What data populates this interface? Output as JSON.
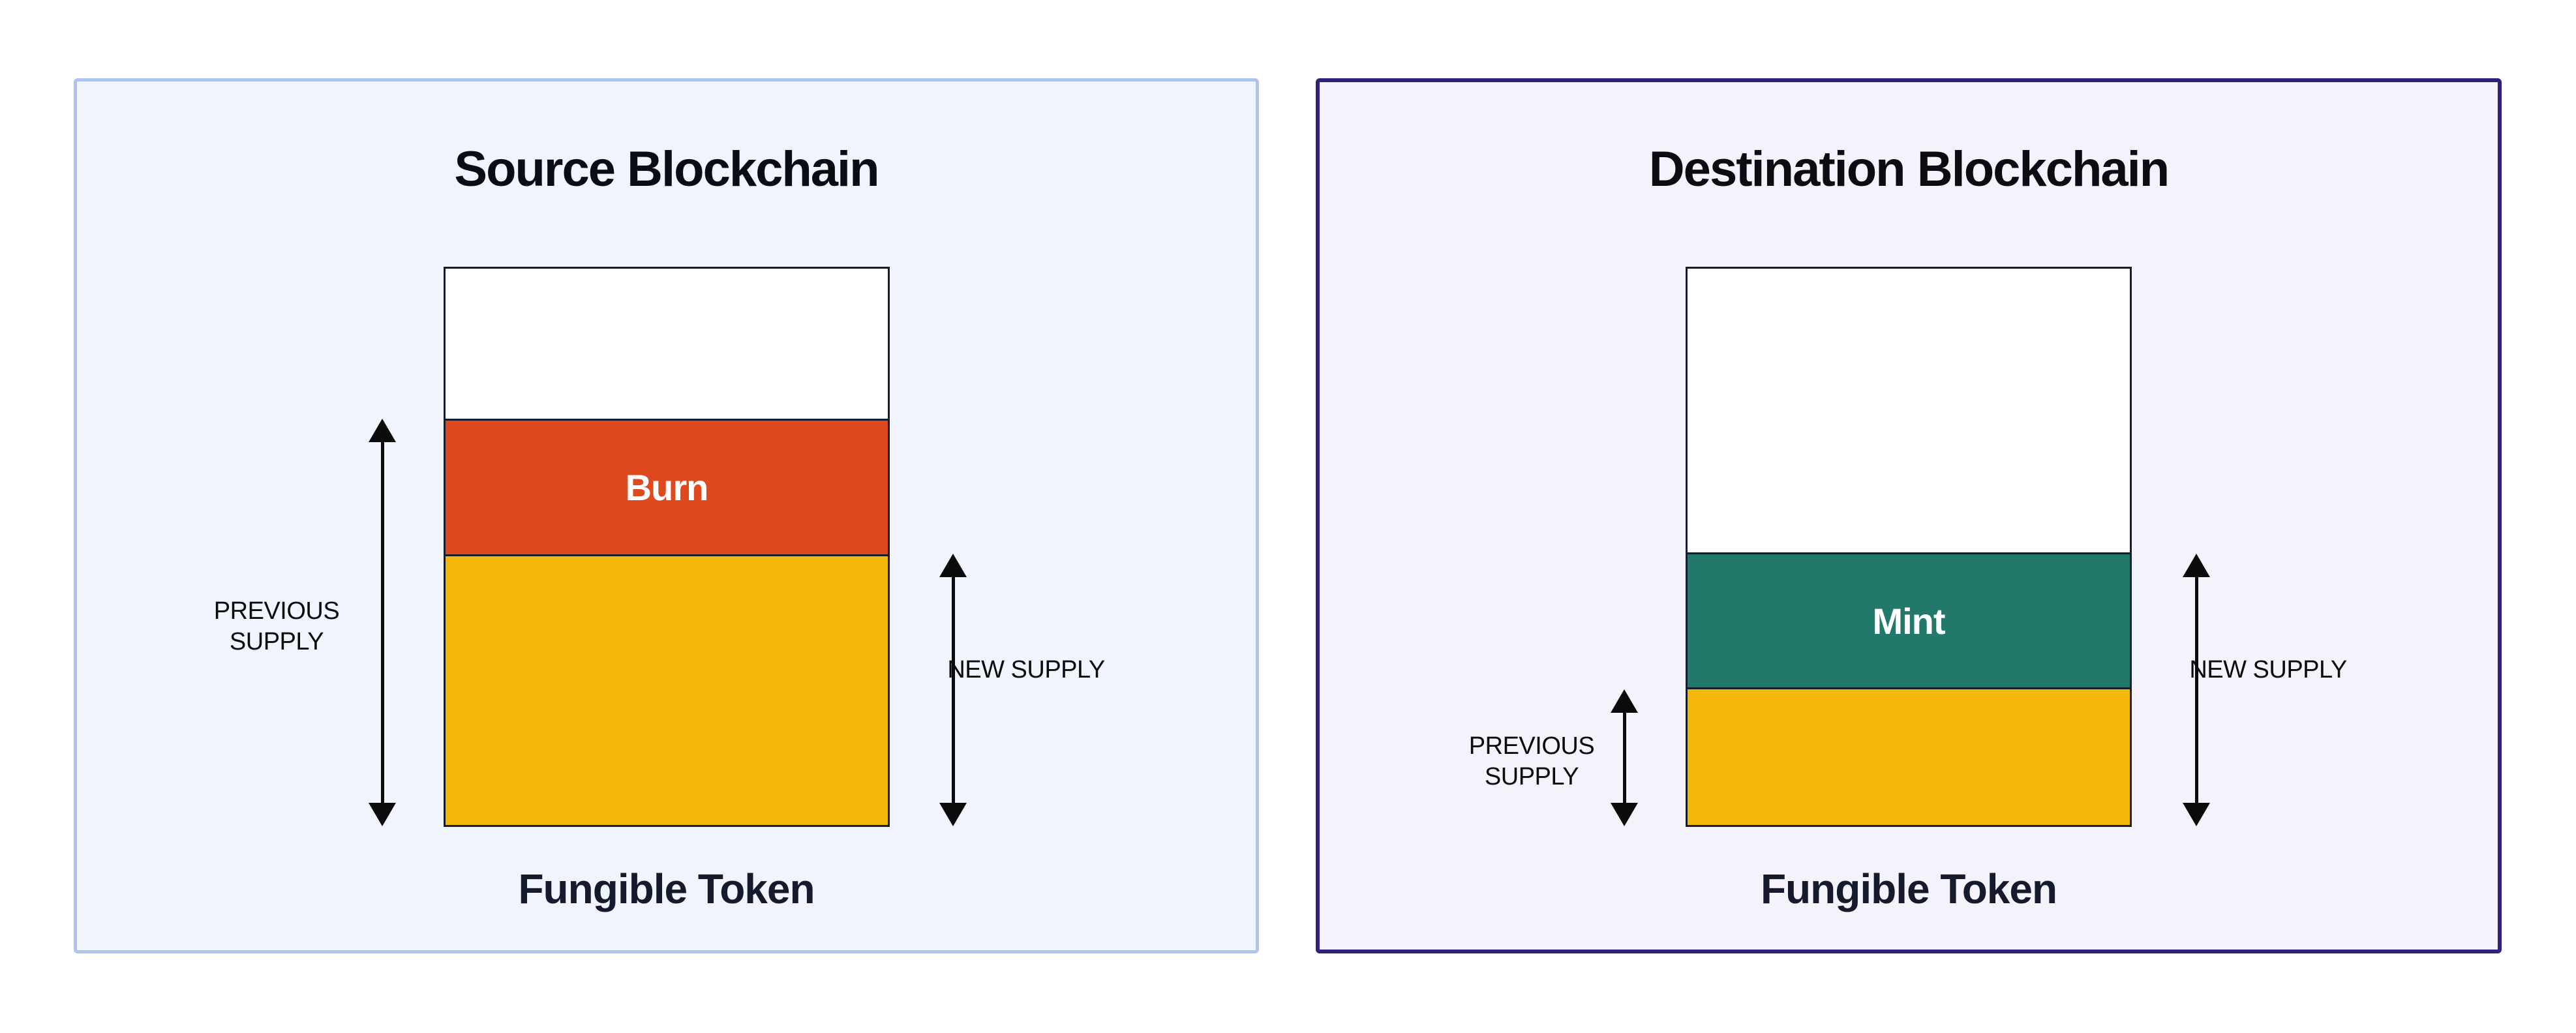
{
  "diagram": {
    "title_color": "#0B0D12",
    "token_label_color": "#151B2C",
    "annotation_color": "#0B0B0B",
    "arrow_color": "#0B0B0B",
    "bar_outline_color": "#151E2C",
    "segment_label_color": "#FFFFFF",
    "panels": [
      {
        "key": "source",
        "title": "Source Blockchain",
        "token_label": "Fungible Token",
        "colors": {
          "background": "#F0F4FC",
          "border": "#AEC4EF"
        },
        "bar": {
          "segments": [
            {
              "name": "unallocated",
              "label": "",
              "color": "#FFFFFF",
              "fraction": "0.272"
            },
            {
              "name": "burn",
              "label": "Burn",
              "color": "#DF491E",
              "fraction": "0.241"
            },
            {
              "name": "previous-supply",
              "label": "",
              "color": "#F6B70B",
              "fraction": "0.487"
            }
          ]
        },
        "annotations": {
          "previous": "PREVIOUS SUPPLY",
          "new": "NEW SUPPLY"
        }
      },
      {
        "key": "destination",
        "title": "Destination Blockchain",
        "token_label": "Fungible Token",
        "colors": {
          "background": "#F4F2FB",
          "border": "#32207D"
        },
        "bar": {
          "segments": [
            {
              "name": "unallocated",
              "label": "",
              "color": "#FFFFFF",
              "fraction": "0.514"
            },
            {
              "name": "mint",
              "label": "Mint",
              "color": "#23786C",
              "fraction": "0.240"
            },
            {
              "name": "previous-supply",
              "label": "",
              "color": "#F6B70B",
              "fraction": "0.246"
            }
          ]
        },
        "annotations": {
          "previous": "PREVIOUS SUPPLY",
          "new": "NEW SUPPLY"
        }
      }
    ]
  }
}
